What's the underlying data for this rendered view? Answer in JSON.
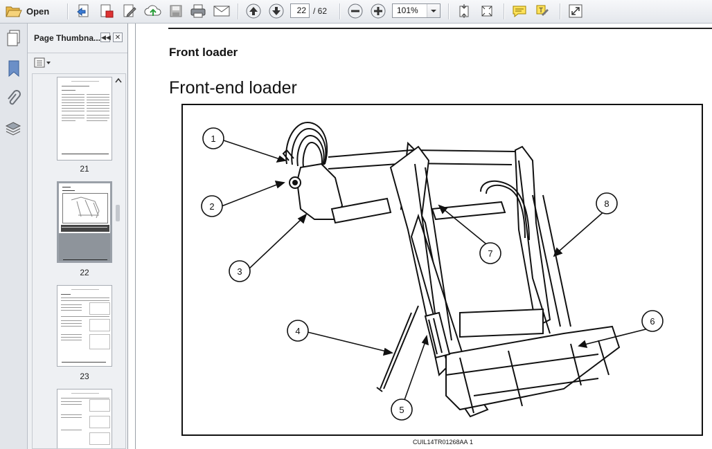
{
  "toolbar": {
    "open_label": "Open",
    "current_page": "22",
    "page_total": "/ 62",
    "zoom": "101%"
  },
  "panel": {
    "title": "Page Thumbna...",
    "thumbnails": [
      {
        "label": "21"
      },
      {
        "label": "22"
      },
      {
        "label": "23"
      }
    ]
  },
  "document": {
    "section_heading": "Front loader",
    "title": "Front-end loader",
    "figure": {
      "callouts": [
        "1",
        "2",
        "3",
        "4",
        "5",
        "6",
        "7",
        "8"
      ],
      "caption": "CUIL14TR01268AA",
      "caption_number": "1"
    }
  },
  "icons": [
    "open-folder-icon",
    "create-pdf-icon",
    "convert-icon",
    "edit-icon",
    "cloud-upload-icon",
    "save-icon",
    "print-icon",
    "email-icon",
    "page-up-icon",
    "page-down-icon",
    "zoom-out-icon",
    "zoom-in-icon",
    "fit-page-icon",
    "fit-width-icon",
    "comment-icon",
    "highlight-icon",
    "fullscreen-icon",
    "pages-icon",
    "bookmark-icon",
    "attachment-icon",
    "layers-icon",
    "options-icon"
  ],
  "colors": {
    "accent": "#2a6bc1",
    "toolbar_bg": "#e4e7ec",
    "page_bg": "#ffffff"
  }
}
